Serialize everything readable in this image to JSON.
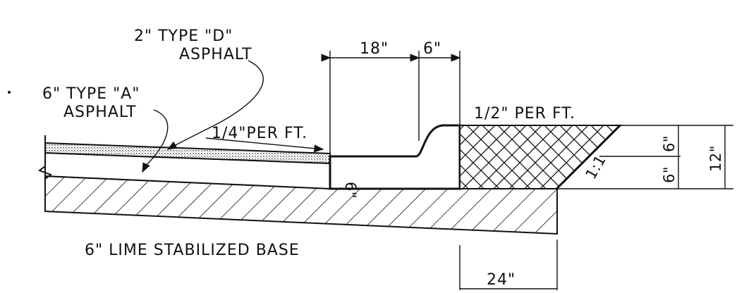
{
  "labels": {
    "type_d_line1": "2\" TYPE \"D\"",
    "type_d_line2": "ASPHALT",
    "type_a_line1": "6\" TYPE \"A\"",
    "type_a_line2": "ASPHALT",
    "slope_quarter": "1/4\"PER FT.",
    "slope_half": "1/2\" PER FT.",
    "base": "6\" LIME STABILIZED BASE",
    "slope_ratio": "1:1"
  },
  "dimensions": {
    "gutter_width": "18\"",
    "curb_width": "6\"",
    "curb_depth": "6\"",
    "right_upper": "6\"",
    "right_lower": "6\"",
    "right_total": "12\"",
    "bottom_width": "24\""
  }
}
